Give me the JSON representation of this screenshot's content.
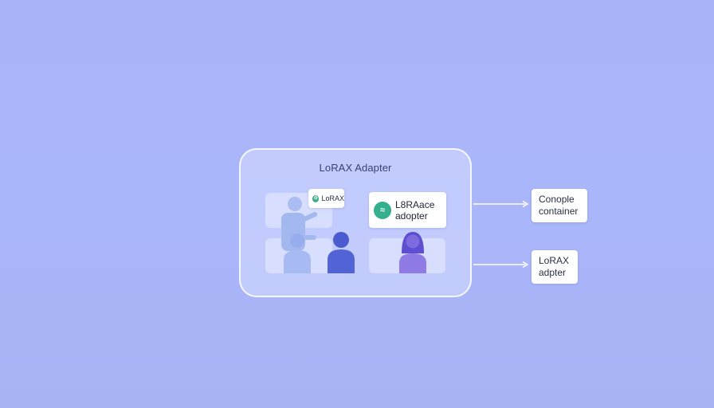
{
  "panel": {
    "title": "LoRAX Adapter",
    "badge": {
      "label": "LoRAX",
      "icon": "leaf-logo-icon"
    },
    "logo_card": {
      "line1": "L8RAace",
      "line2": "adopter",
      "icon": "leaf-logo-icon"
    }
  },
  "outputs": [
    {
      "line1": "Conople",
      "line2": "container"
    },
    {
      "line1": "LoRAX",
      "line2": "adpter"
    }
  ],
  "colors": {
    "background": "#aab6fa",
    "accent_green": "#33b08d",
    "person_light": "#9fb4ee",
    "person_dark": "#4e5fd3",
    "person_purple": "#8a74e0"
  }
}
